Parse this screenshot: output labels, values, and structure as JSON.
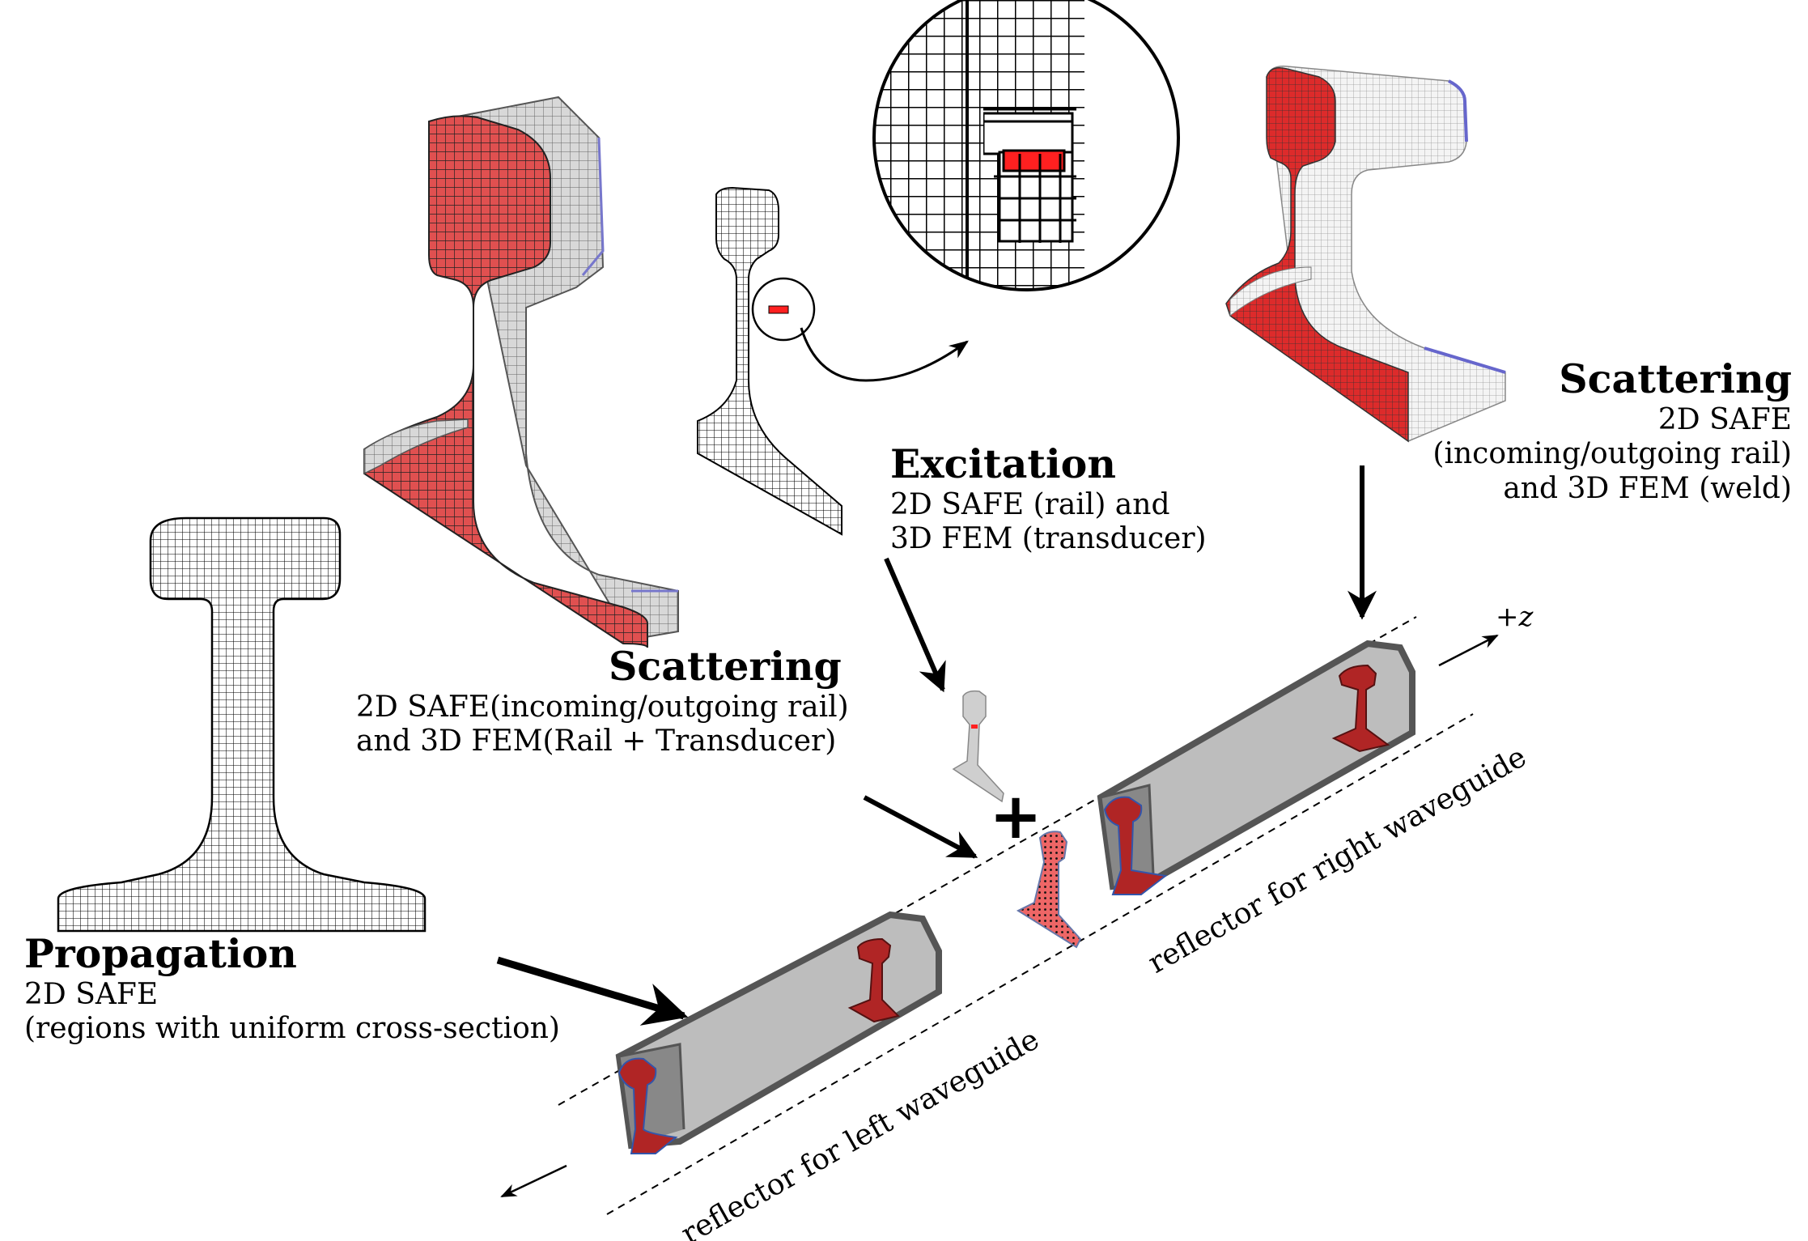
{
  "labels": {
    "propagation": {
      "title": "Propagation",
      "line1": "2D SAFE",
      "line2": "(regions with uniform cross-section)"
    },
    "scattering_mid": {
      "title": "Scattering",
      "line1": "2D SAFE(incoming/outgoing rail)",
      "line2": "and 3D FEM(Rail + Transducer)"
    },
    "excitation": {
      "title": "Excitation",
      "line1": "2D SAFE (rail) and",
      "line2": "3D FEM (transducer)"
    },
    "scattering_right": {
      "title": "Scattering",
      "line1": "2D SAFE",
      "line2": "(incoming/outgoing rail)",
      "line3": "and 3D FEM (weld)"
    },
    "reflector_left": "reflector for left waveguide",
    "reflector_right": "reflector for right waveguide",
    "axis_z": "+z",
    "plus": "+"
  },
  "colors": {
    "mesh_red": "#e05050",
    "mesh_red_dark": "#b02525",
    "mesh_gray": "#c8c8c8",
    "mesh_blue_edge": "#7777cc",
    "waveguide_fill": "#bdbdbd",
    "waveguide_frame": "#555555",
    "highlight_red": "#ff2020"
  },
  "icons": {
    "arrow": "filled-arrowhead",
    "magnifier": "zoom-circle"
  }
}
